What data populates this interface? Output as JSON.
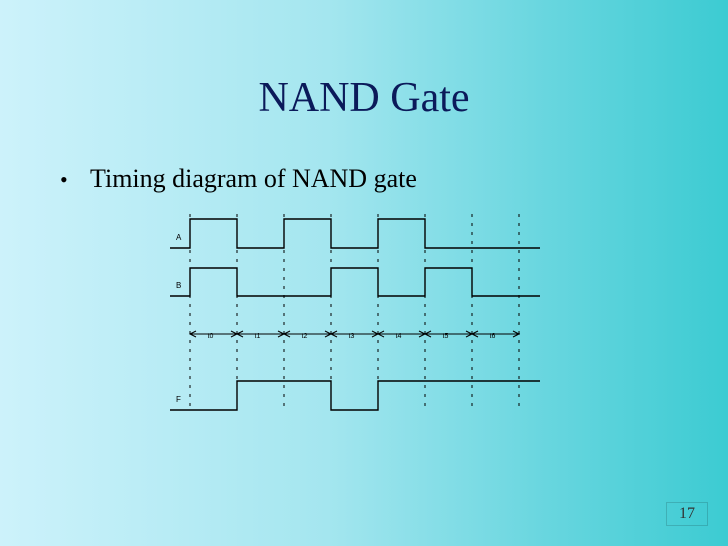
{
  "slide": {
    "title": "NAND Gate",
    "bullet": "Timing diagram of NAND gate",
    "page_number": "17"
  },
  "diagram": {
    "signals": [
      {
        "name": "A",
        "states": [
          1,
          0,
          1,
          0,
          1,
          0,
          0
        ]
      },
      {
        "name": "B",
        "states": [
          1,
          0,
          0,
          1,
          0,
          1,
          0
        ]
      },
      {
        "name": "F",
        "states": [
          0,
          1,
          1,
          0,
          1,
          1,
          1
        ]
      }
    ],
    "time_labels": [
      "t0",
      "t1",
      "t2",
      "t3",
      "t4",
      "t5",
      "t6"
    ],
    "colors": {
      "line": "#000000"
    }
  }
}
